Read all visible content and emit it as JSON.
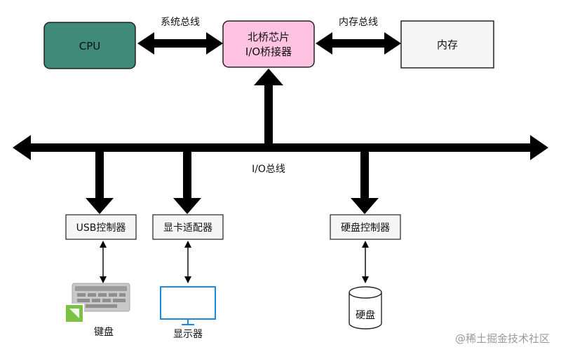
{
  "nodes": {
    "cpu": "CPU",
    "northbridge_line1": "北桥芯片",
    "northbridge_line2": "I/O桥接器",
    "memory": "内存",
    "usb_controller": "USB控制器",
    "graphics_adapter": "显卡适配器",
    "disk_controller": "硬盘控制器"
  },
  "buses": {
    "system_bus": "系统总线",
    "memory_bus": "内存总线",
    "io_bus": "I/O总线"
  },
  "devices": {
    "keyboard": "键盘",
    "display": "显示器",
    "disk": "硬盘"
  },
  "colors": {
    "cpu_fill": "#3f8a78",
    "northbridge_fill": "#ffc3e1",
    "memory_fill": "#f5f5f5",
    "controller_fill": "#f5f5f5",
    "bus": "#000000",
    "display_outline": "#1a8be0",
    "keyboard_body": "#c8c8c8",
    "keyboard_badge": "#7cc242"
  },
  "watermark": "@稀土掘金技术社区"
}
